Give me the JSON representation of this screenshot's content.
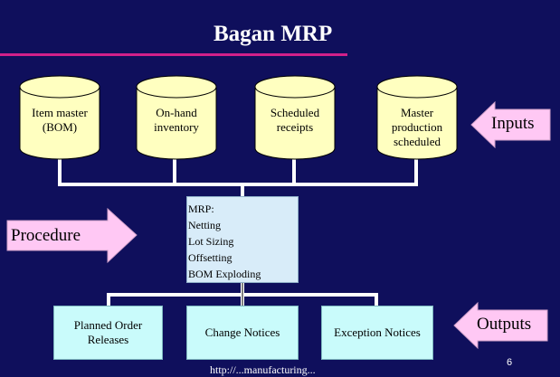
{
  "title": "Bagan MRP",
  "inputs": [
    {
      "lines": [
        "Item master",
        "(BOM)"
      ]
    },
    {
      "lines": [
        "On-hand",
        "inventory"
      ]
    },
    {
      "lines": [
        "Scheduled",
        "receipts"
      ]
    },
    {
      "lines": [
        "Master",
        "production",
        "scheduled"
      ]
    }
  ],
  "procedure": {
    "lines": [
      "MRP:",
      "Netting",
      "Lot Sizing",
      "Offsetting",
      "BOM Exploding"
    ]
  },
  "outputs": [
    {
      "lines": [
        "Planned Order",
        "Releases"
      ]
    },
    {
      "lines": [
        "Change Notices"
      ]
    },
    {
      "lines": [
        "Exception Notices"
      ]
    }
  ],
  "arrows": {
    "inputs": "Inputs",
    "procedure": "Procedure",
    "outputs": "Outputs"
  },
  "footer": {
    "url": "http://...manufacturing...",
    "page": "6"
  },
  "colors": {
    "background": "#0f0f5c",
    "title_rule": "#d1208a",
    "cylinder": "#ffffc0",
    "arrow": "#ffc8f4",
    "mrp_box": "#d8ecf9",
    "output_box": "#c9fbfb",
    "connector": "#ffffff"
  }
}
